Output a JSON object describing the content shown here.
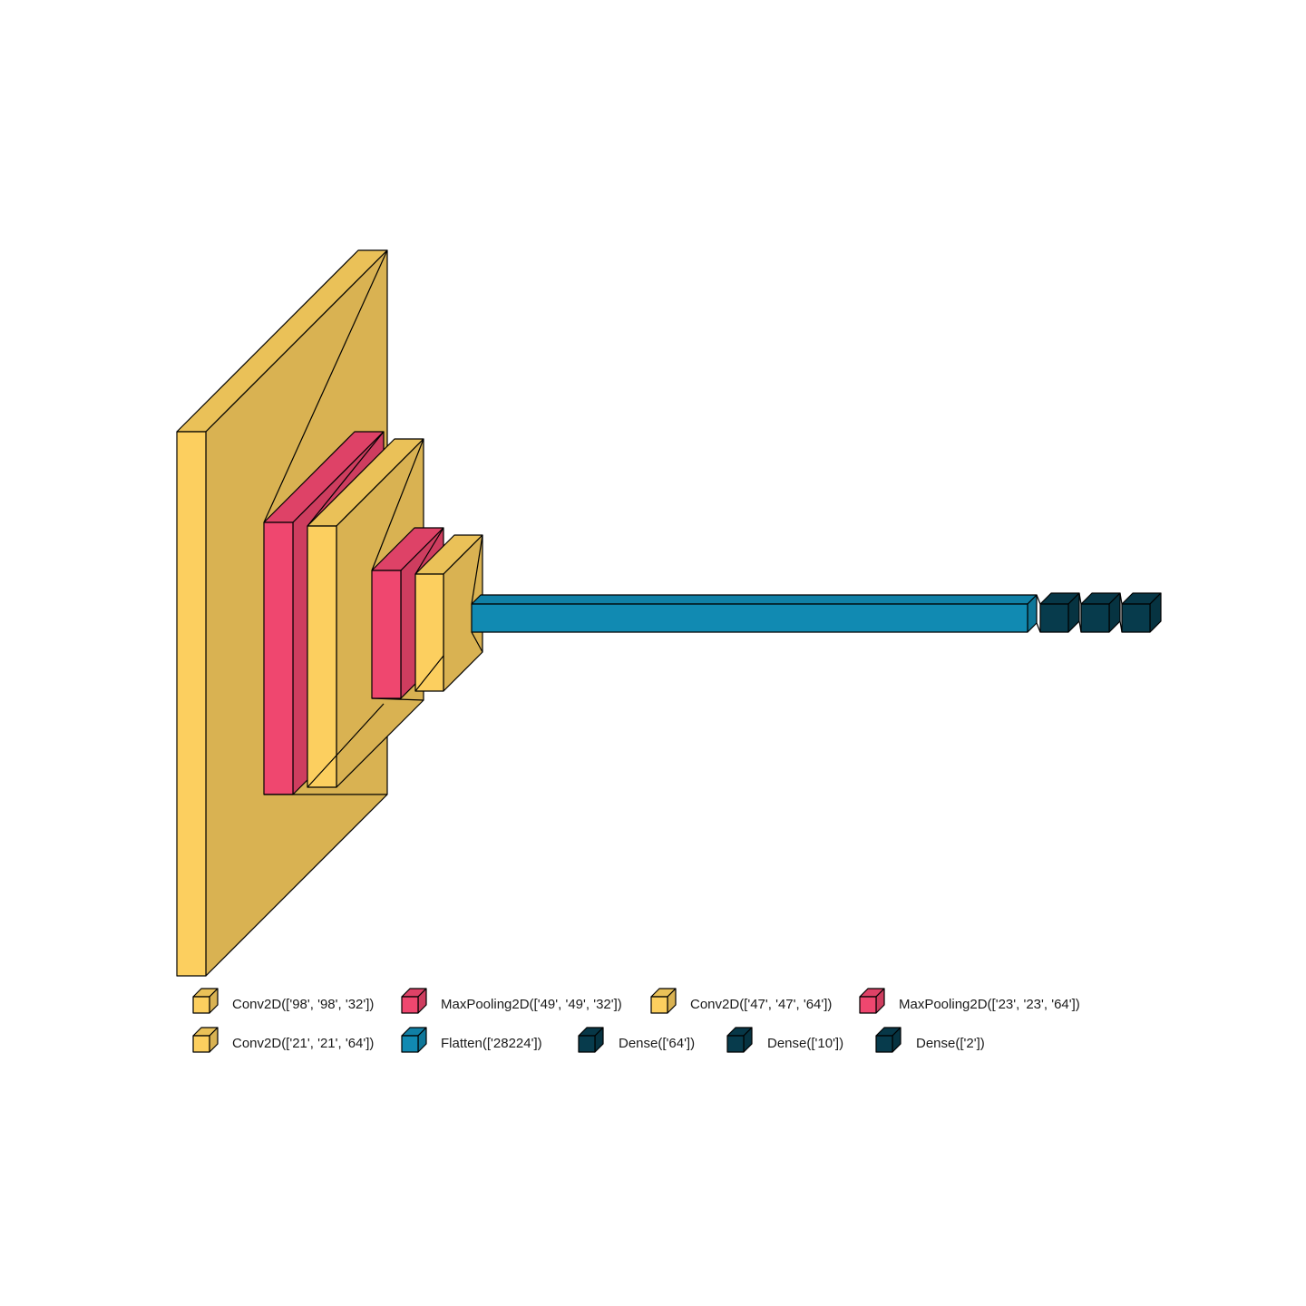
{
  "colors": {
    "conv": "#fccf5f",
    "pool": "#ef476f",
    "flatten": "#118ab2",
    "dense": "#073b4c",
    "outline": "#000000"
  },
  "layers": [
    {
      "id": "conv2d_1",
      "kind": "conv",
      "name": "Conv2D",
      "shape": "['98', '98', '32']"
    },
    {
      "id": "maxpool_1",
      "kind": "pool",
      "name": "MaxPooling2D",
      "shape": "['49', '49', '32']"
    },
    {
      "id": "conv2d_2",
      "kind": "conv",
      "name": "Conv2D",
      "shape": "['47', '47', '64']"
    },
    {
      "id": "maxpool_2",
      "kind": "pool",
      "name": "MaxPooling2D",
      "shape": "['23', '23', '64']"
    },
    {
      "id": "conv2d_3",
      "kind": "conv",
      "name": "Conv2D",
      "shape": "['21', '21', '64']"
    },
    {
      "id": "flatten",
      "kind": "flatten",
      "name": "Flatten",
      "shape": "['28224']"
    },
    {
      "id": "dense_1",
      "kind": "dense",
      "name": "Dense",
      "shape": "['64']"
    },
    {
      "id": "dense_2",
      "kind": "dense",
      "name": "Dense",
      "shape": "['10']"
    },
    {
      "id": "dense_3",
      "kind": "dense",
      "name": "Dense",
      "shape": "['2']"
    }
  ],
  "legend": [
    {
      "kind": "conv",
      "label": "Conv2D(['98', '98', '32'])"
    },
    {
      "kind": "pool",
      "label": "MaxPooling2D(['49', '49', '32'])"
    },
    {
      "kind": "conv",
      "label": "Conv2D(['47', '47', '64'])"
    },
    {
      "kind": "pool",
      "label": "MaxPooling2D(['23', '23', '64'])"
    },
    {
      "kind": "conv",
      "label": "Conv2D(['21', '21', '64'])"
    },
    {
      "kind": "flatten",
      "label": "Flatten(['28224'])"
    },
    {
      "kind": "dense",
      "label": "Dense(['64'])"
    },
    {
      "kind": "dense",
      "label": "Dense(['10'])"
    },
    {
      "kind": "dense",
      "label": "Dense(['2'])"
    }
  ]
}
